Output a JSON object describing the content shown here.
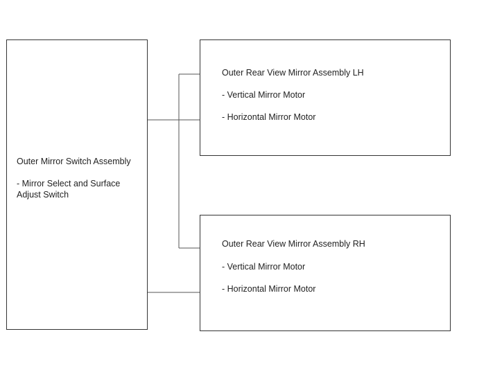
{
  "switch_assembly": {
    "title": "Outer Mirror Switch Assembly",
    "item_line1": "- Mirror Select and Surface",
    "item_line2": "Adjust Switch"
  },
  "mirror_lh": {
    "title": "Outer Rear View Mirror Assembly LH",
    "item1": "- Vertical Mirror Motor",
    "item2": "- Horizontal Mirror Motor"
  },
  "mirror_rh": {
    "title": "Outer Rear View Mirror Assembly RH",
    "item1": "- Vertical Mirror Motor",
    "item2": "- Horizontal Mirror Motor"
  },
  "colors": {
    "box_border": "#333333",
    "wire": "#555555",
    "text": "#222222",
    "background": "#ffffff"
  }
}
